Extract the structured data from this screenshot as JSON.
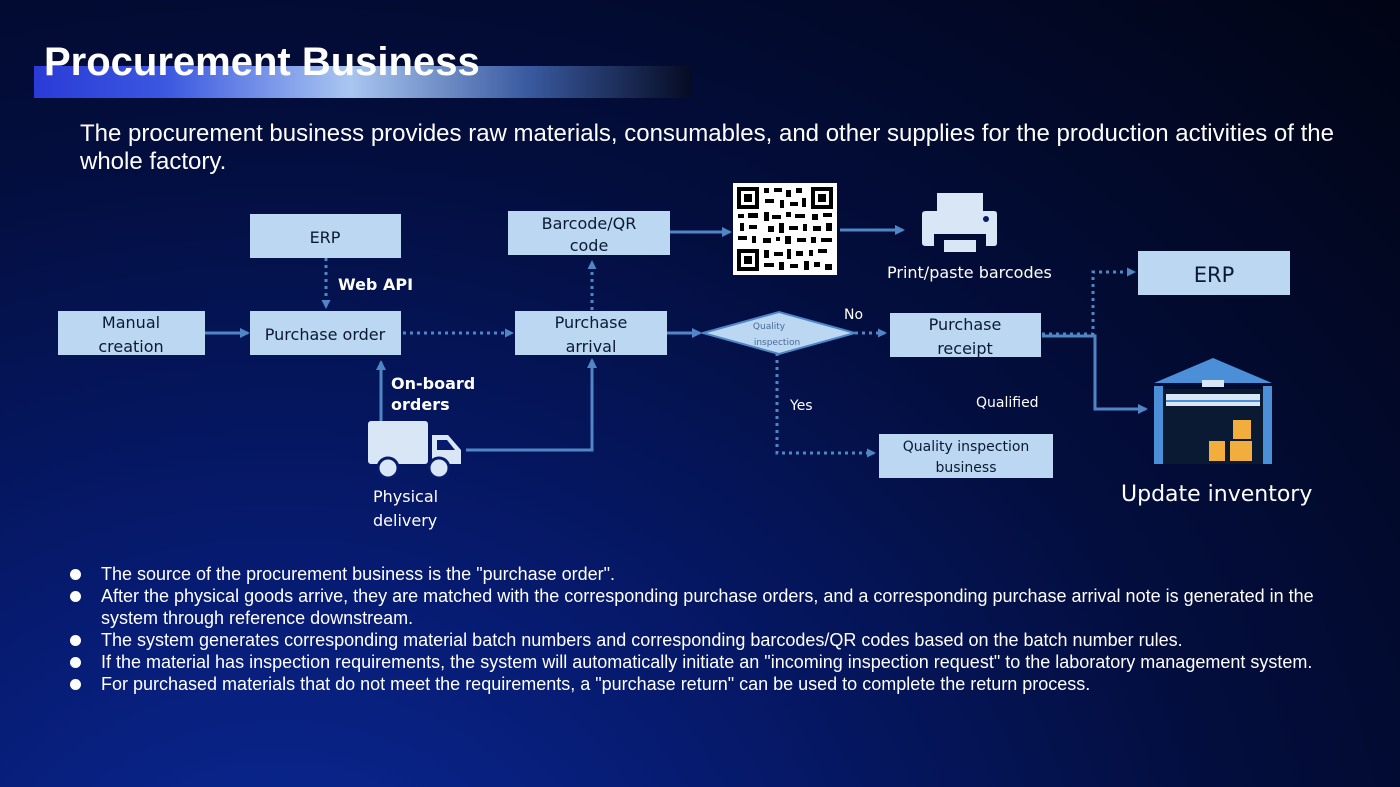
{
  "title": "Procurement Business",
  "intro": "The procurement business provides raw materials, consumables, and other supplies for the production activities of the whole factory.",
  "diagram": {
    "erp_top": "ERP",
    "barcode_line1": "Barcode/QR",
    "barcode_line2": "code",
    "manual_line1": "Manual",
    "manual_line2": "creation",
    "purchase_order": "Purchase order",
    "arrival_line1": "Purchase",
    "arrival_line2": "arrival",
    "qi_line1": "Quality",
    "qi_line2": "inspection",
    "receipt_line1": "Purchase",
    "receipt_line2": "receipt",
    "erp_right": "ERP",
    "qi_business_line1": "Quality inspection",
    "qi_business_line2": "business",
    "web_api": "Web API",
    "onboard_line1": "On-board",
    "onboard_line2": "orders",
    "physical_line1": "Physical",
    "physical_line2": "delivery",
    "print_label": "Print/paste barcodes",
    "no_label": "No",
    "yes_label": "Yes",
    "qualified_label": "Qualified",
    "update_inventory": "Update inventory"
  },
  "colors": {
    "box_fill": "#bcd7f1",
    "box_text": "#0b1a33",
    "arrow": "#4f86c6",
    "icon_light": "#d8e6f6",
    "warehouse": "#4a8fd8",
    "boxes": "#f2ae3c"
  },
  "bullets": [
    "The source of the procurement business is the \"purchase order\".",
    "After the physical goods arrive, they are matched with the corresponding purchase orders, and a corresponding purchase arrival note is generated in the system through reference downstream.",
    "The system generates corresponding material batch numbers and corresponding barcodes/QR codes based on the batch number rules.",
    "If the material has inspection requirements, the system will automatically initiate an \"incoming inspection request\" to the laboratory management system.",
    "For purchased materials that do not meet the requirements, a \"purchase return\" can be used to complete the return process."
  ]
}
